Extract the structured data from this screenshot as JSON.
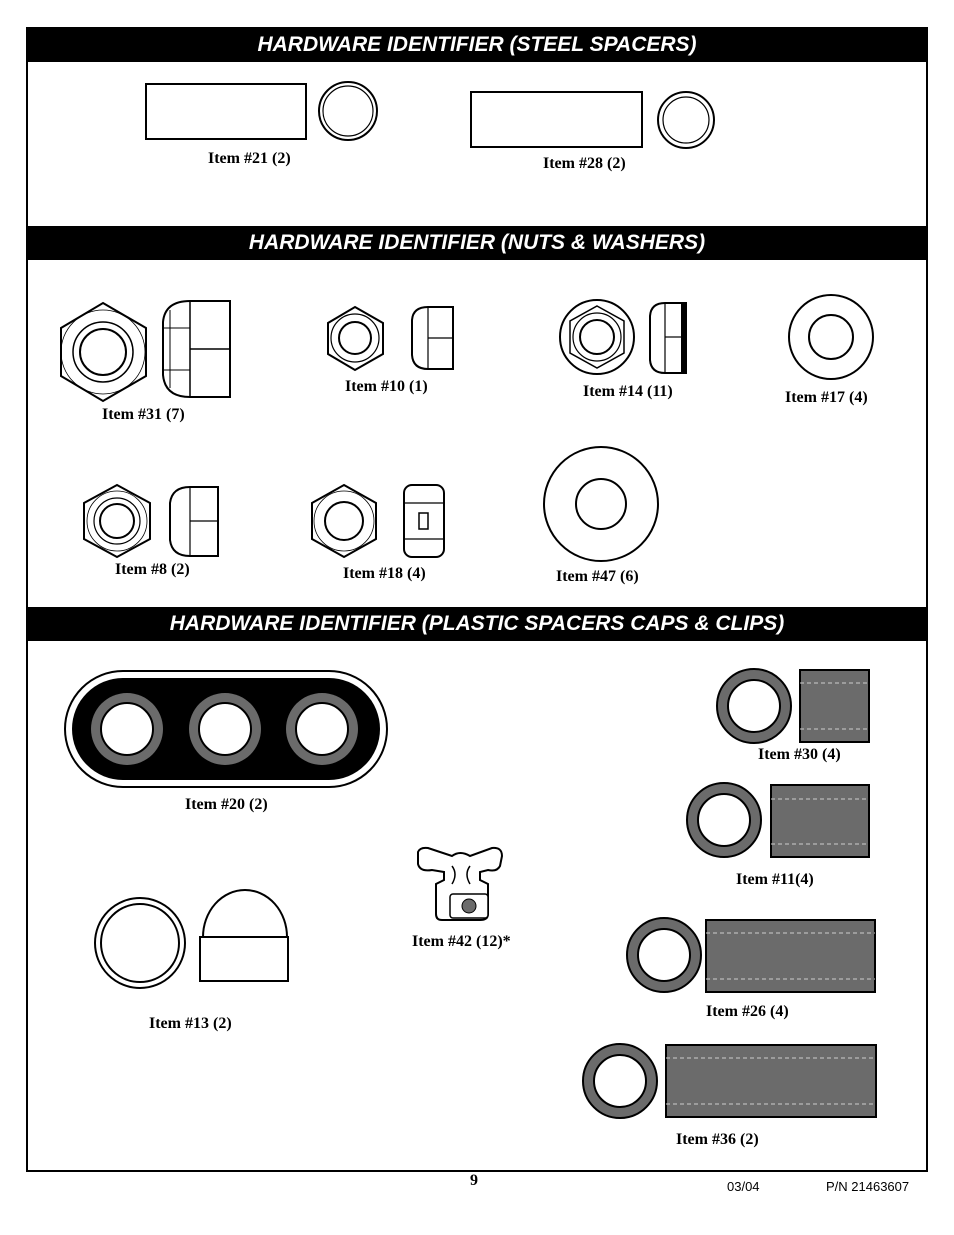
{
  "sections": {
    "steel": "HARDWARE IDENTIFIER (STEEL SPACERS)",
    "nuts": "HARDWARE IDENTIFIER (NUTS & WASHERS)",
    "plastic": "HARDWARE IDENTIFIER (PLASTIC SPACERS CAPS & CLIPS)"
  },
  "items": {
    "i21": "Item #21 (2)",
    "i28": "Item #28 (2)",
    "i31": "Item #31 (7)",
    "i10": "Item #10 (1)",
    "i14": "Item #14 (11)",
    "i17": "Item #17 (4)",
    "i8": "Item #8 (2)",
    "i18": "Item #18 (4)",
    "i47": "Item #47 (6)",
    "i20": "Item #20 (2)",
    "i30": "Item #30 (4)",
    "i11": "Item #11(4)",
    "i42": "Item #42 (12)*",
    "i13": "Item #13 (2)",
    "i26": "Item #26 (4)",
    "i36": "Item #36 (2)"
  },
  "footer": {
    "page": "9",
    "date": "03/04",
    "part_number": "P/N 21463607"
  },
  "colors": {
    "banner": "#000000",
    "plastic_fill": "#6b6b6b"
  }
}
